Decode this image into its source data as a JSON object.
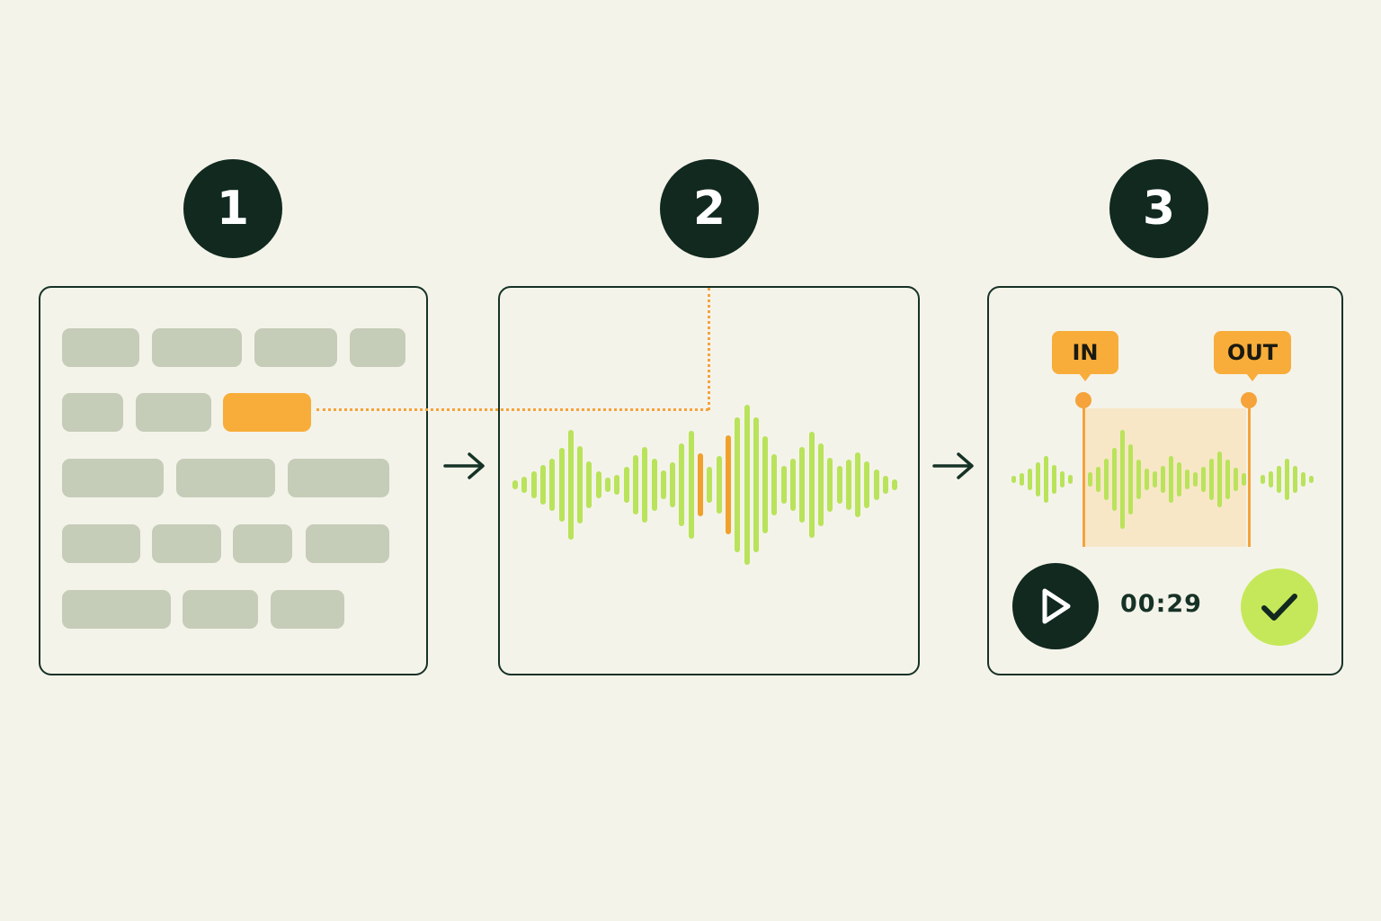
{
  "steps": [
    {
      "number": "1"
    },
    {
      "number": "2"
    },
    {
      "number": "3"
    }
  ],
  "colors": {
    "background": "#f4f3ea",
    "dark": "#11291f",
    "chip": "#c5ccb8",
    "accent_orange": "#f8ad3a",
    "wave_green": "#b9e35a",
    "confirm_green": "#c5e85a"
  },
  "panel1": {
    "chip_rows": [
      4,
      3,
      3,
      4,
      3
    ],
    "selected_chip": {
      "row": 2,
      "index": 3
    }
  },
  "panel2": {
    "waveform": "audio-waveform",
    "highlight": "selected-segment-orange"
  },
  "panel3": {
    "in_label": "IN",
    "out_label": "OUT",
    "time": "00:29",
    "play_icon": "play-icon",
    "confirm_icon": "check-icon"
  },
  "arrows": [
    "arrow-right-icon",
    "arrow-right-icon"
  ]
}
